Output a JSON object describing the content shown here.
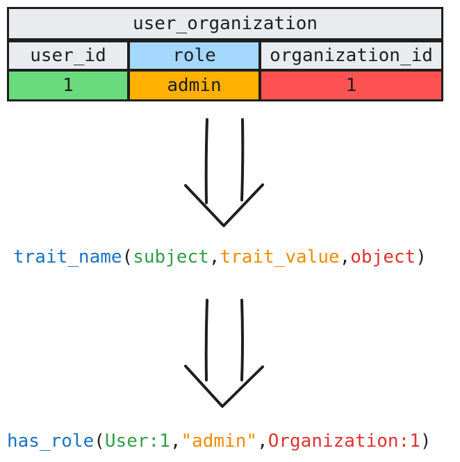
{
  "table": {
    "title": "user_organization",
    "columns": [
      "user_id",
      "role",
      "organization_id"
    ],
    "row": [
      "1",
      "admin",
      "1"
    ]
  },
  "template_formula": {
    "predicate": "trait_name",
    "open_paren": "(",
    "subject": "subject",
    "comma1": ",",
    "trait_value": "trait_value",
    "comma2": ",",
    "object": "object",
    "close_paren": ")"
  },
  "example_formula": {
    "predicate": "has_role",
    "open_paren": "(",
    "subject": "User:1",
    "comma1": ",",
    "trait_value": "\"admin\"",
    "comma2": ",",
    "object": "Organization:1",
    "close_paren": ")"
  },
  "colors": {
    "header_bg": "#e9ecef",
    "role_header_bg": "#a5d8ff",
    "user_id_bg": "#69db7c",
    "role_bg": "#ffb000",
    "org_id_bg": "#ff5252",
    "predicate": "#1971c2",
    "subject": "#2f9e44",
    "trait_value": "#f08c00",
    "object": "#e03131"
  },
  "icons": {
    "arrow": "double-down-arrow-icon"
  }
}
